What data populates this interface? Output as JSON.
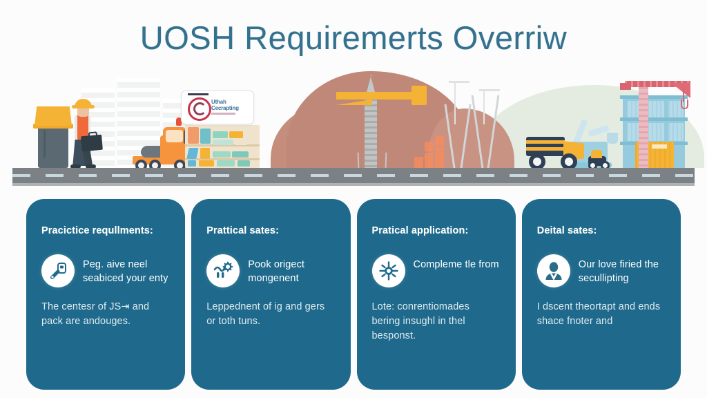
{
  "header": {
    "title": "UOSH Requiremerts Overriw",
    "title_color": "#34718f"
  },
  "theme": {
    "background": "#fbfcfb",
    "card_background": "#1f6a8c",
    "card_text": "#ffffff",
    "card_body_text": "#dfeaf0",
    "icon_circle": "#ffffff",
    "accent_orange": "#f5943c",
    "accent_yellow": "#f5b335",
    "accent_red": "#d9646f",
    "mountain_brown": "#c08878",
    "hill_green": "#e4ece2",
    "building_blue": "#96cadd",
    "road_gray": "#7b8185"
  },
  "illustration": {
    "name": "construction-site-scene",
    "elements": [
      "trash-bin",
      "construction-worker",
      "office-buildings",
      "orange-loader-truck",
      "company-logo-card",
      "supplies-rack",
      "brown-mountain",
      "yellow-tower-crane",
      "brick-stacks",
      "green-hill",
      "navy-dump-truck",
      "small-orange-vehicle",
      "blue-excavator",
      "blue-building-under-construction",
      "yellow-shipping-container",
      "red-tower-crane",
      "road"
    ],
    "logo_card": {
      "brand_line_1": "Uthah",
      "brand_line_2": "Cecrapting"
    }
  },
  "cards": [
    {
      "heading": "Pracictice requllments:",
      "icon": "magnifier-tag-icon",
      "lead": "Peg. aive neel seabiced your enty",
      "body": "The centesr of JS⇥ and pack are andouges."
    },
    {
      "heading": "Prattical sates:",
      "icon": "chart-gear-icon",
      "lead": "Pook origect mongenent",
      "body": "Leppednent of ig and gers or toth tuns."
    },
    {
      "heading": "Pratical application:",
      "icon": "network-hub-icon",
      "lead": "Compleme tle from",
      "body": "Lote: conrentiomades bering insughl in thel besponst."
    },
    {
      "heading": "Deital sates:",
      "icon": "person-avatar-icon",
      "lead": "Our love firied the secullipting",
      "body": "I dscent theortapt and ends shace fnoter and"
    }
  ]
}
